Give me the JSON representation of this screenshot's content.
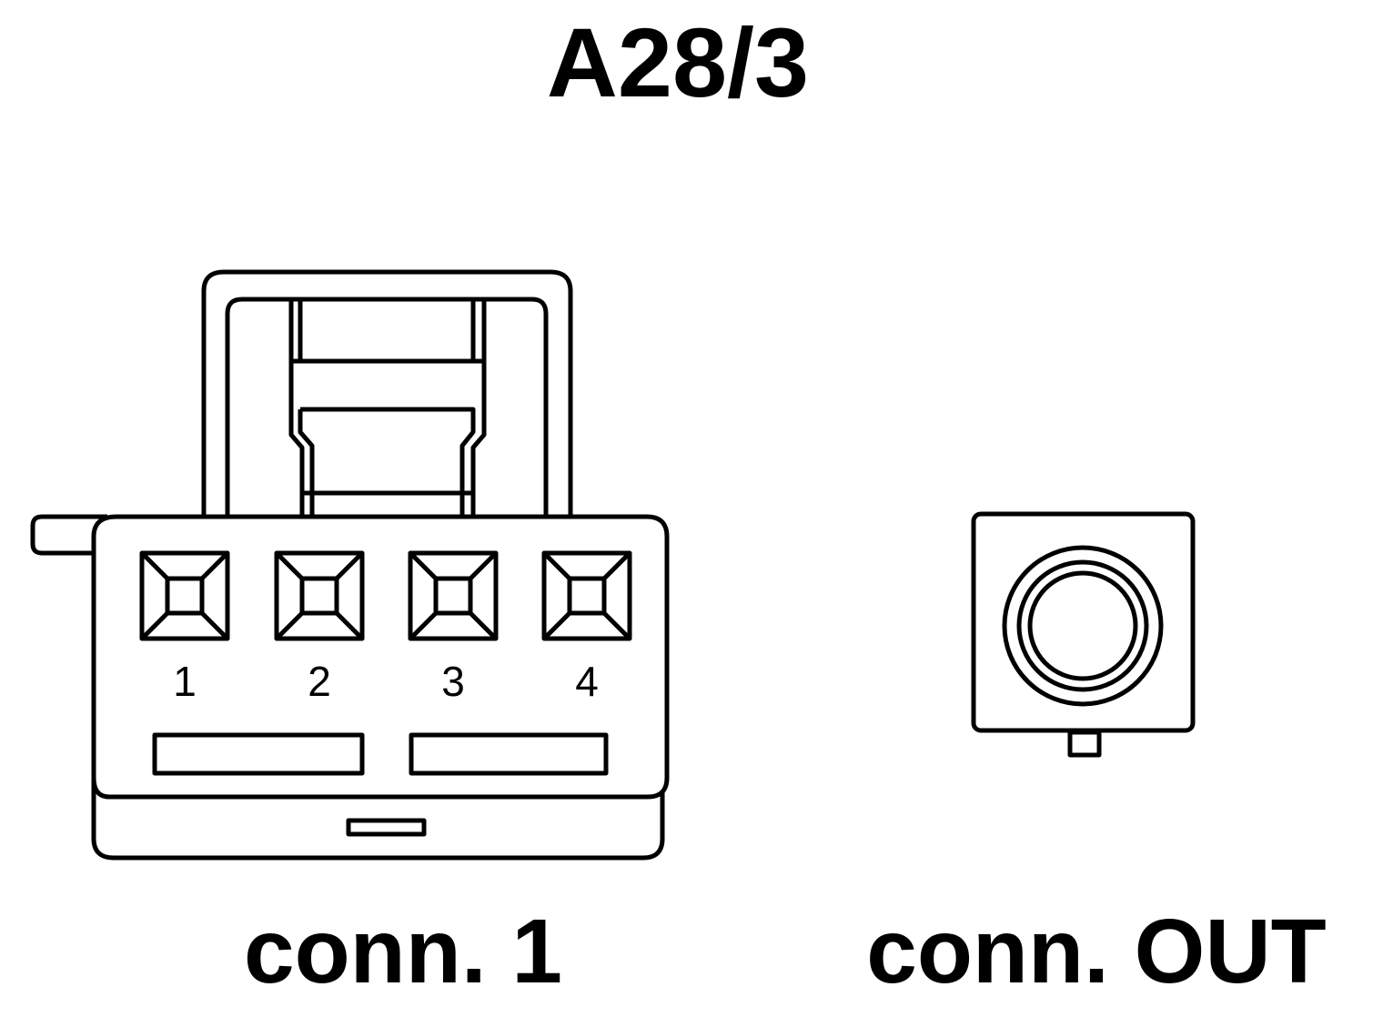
{
  "diagram": {
    "title": "A28/3",
    "connectors": [
      {
        "label": "conn. 1",
        "pins": [
          {
            "number": "1"
          },
          {
            "number": "2"
          },
          {
            "number": "3"
          },
          {
            "number": "4"
          }
        ]
      },
      {
        "label": "conn. OUT"
      }
    ],
    "colors": {
      "line": "#000000",
      "background": "#ffffff"
    }
  }
}
